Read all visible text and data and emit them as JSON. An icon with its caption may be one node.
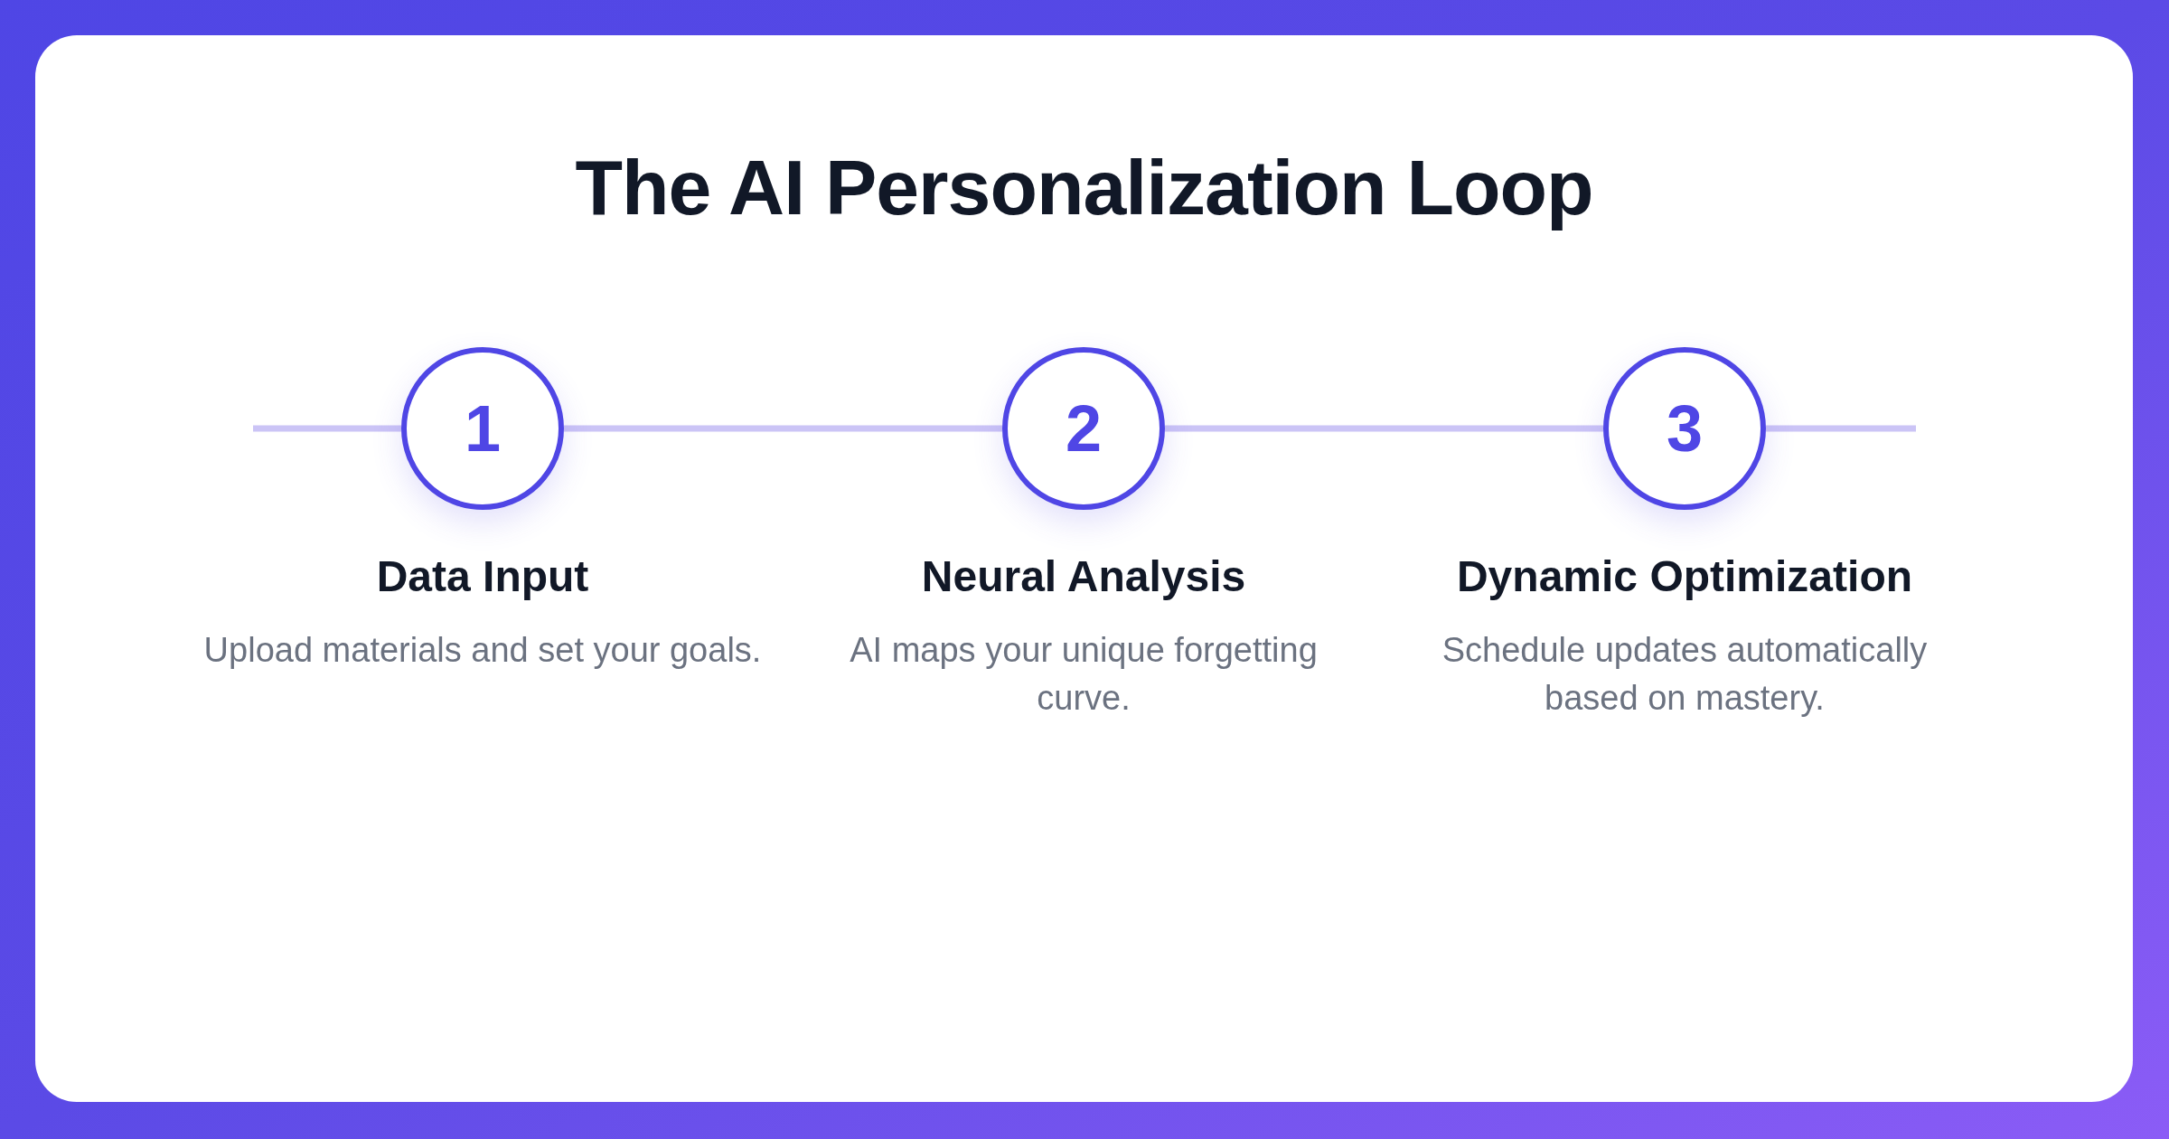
{
  "diagram": {
    "title": "The AI Personalization Loop",
    "nodes": [
      {
        "text": [
          "1"
        ],
        "beside": [
          "Data Input",
          "Upload materials and set your goals."
        ]
      },
      {
        "text": [
          "2"
        ],
        "beside": [
          "Neural Analysis",
          "AI maps your unique forgetting curve."
        ]
      },
      {
        "text": [
          "3"
        ],
        "beside": [
          "Dynamic Optimization",
          "Schedule updates automatically based on mastery."
        ]
      }
    ],
    "edges": [
      {
        "from": 0,
        "to": 1,
        "arrow": "none"
      },
      {
        "from": 1,
        "to": 2,
        "arrow": "none"
      }
    ]
  }
}
